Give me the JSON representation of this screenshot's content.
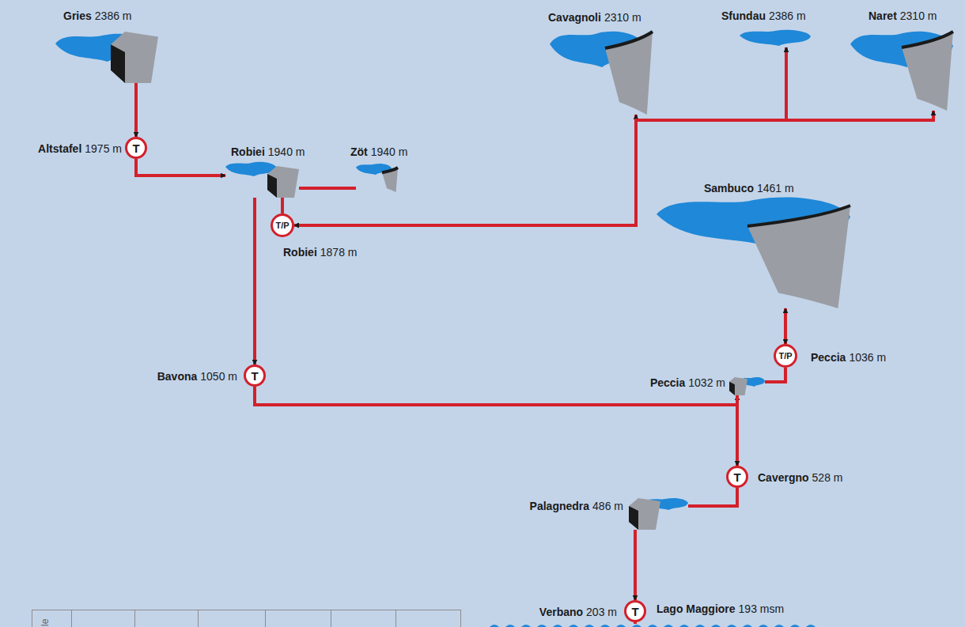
{
  "diagram": {
    "nodes": [
      {
        "text": [
          "Gries",
          "2386 m"
        ]
      },
      {
        "text": [
          "T",
          "Altstafel",
          "1975 m"
        ]
      },
      {
        "text": [
          "Robiei",
          "1940 m"
        ]
      },
      {
        "text": [
          "Zöt",
          "1940 m"
        ]
      },
      {
        "text": [
          "T/P",
          "Robiei",
          "1878 m"
        ]
      },
      {
        "text": [
          "Cavagnoli",
          "2310 m"
        ]
      },
      {
        "text": [
          "Sfundau",
          "2386 m"
        ]
      },
      {
        "text": [
          "Naret",
          "2310 m"
        ]
      },
      {
        "text": [
          "Sambuco",
          "1461 m"
        ]
      },
      {
        "text": [
          "T/P",
          "Peccia",
          "1036 m"
        ]
      },
      {
        "text": [
          "T",
          "Bavona",
          "1050 m"
        ]
      },
      {
        "text": [
          "Peccia",
          "1032 m"
        ]
      },
      {
        "text": [
          "T",
          "Cavergno",
          "528 m"
        ]
      },
      {
        "text": [
          "Palagnedra",
          "486 m"
        ]
      },
      {
        "text": [
          "T",
          "Verbano",
          "203 m"
        ]
      },
      {
        "text": [
          "Lago Maggiore",
          "193 msm"
        ]
      }
    ],
    "edges": [
      {
        "from": 0,
        "to": 1,
        "arrow": "to"
      },
      {
        "from": 1,
        "to": 2,
        "arrow": "to"
      },
      {
        "from": 3,
        "to": 2,
        "arrow": "none"
      },
      {
        "from": 2,
        "to": 4,
        "arrow": "none"
      },
      {
        "from": 5,
        "to": 4,
        "arrow": "both"
      },
      {
        "from": 6,
        "to": 4,
        "arrow": "both"
      },
      {
        "from": 7,
        "to": 4,
        "arrow": "both"
      },
      {
        "from": 2,
        "to": 10,
        "arrow": "to"
      },
      {
        "from": 10,
        "to": 11,
        "arrow": "to"
      },
      {
        "from": 8,
        "to": 9,
        "arrow": "both"
      },
      {
        "from": 9,
        "to": 11,
        "arrow": "none"
      },
      {
        "from": 11,
        "to": 12,
        "arrow": "to"
      },
      {
        "from": 12,
        "to": 13,
        "arrow": "none"
      },
      {
        "from": 13,
        "to": 14,
        "arrow": "to"
      },
      {
        "from": 14,
        "to": 15,
        "arrow": "none"
      }
    ],
    "labels": [
      "le"
    ]
  }
}
